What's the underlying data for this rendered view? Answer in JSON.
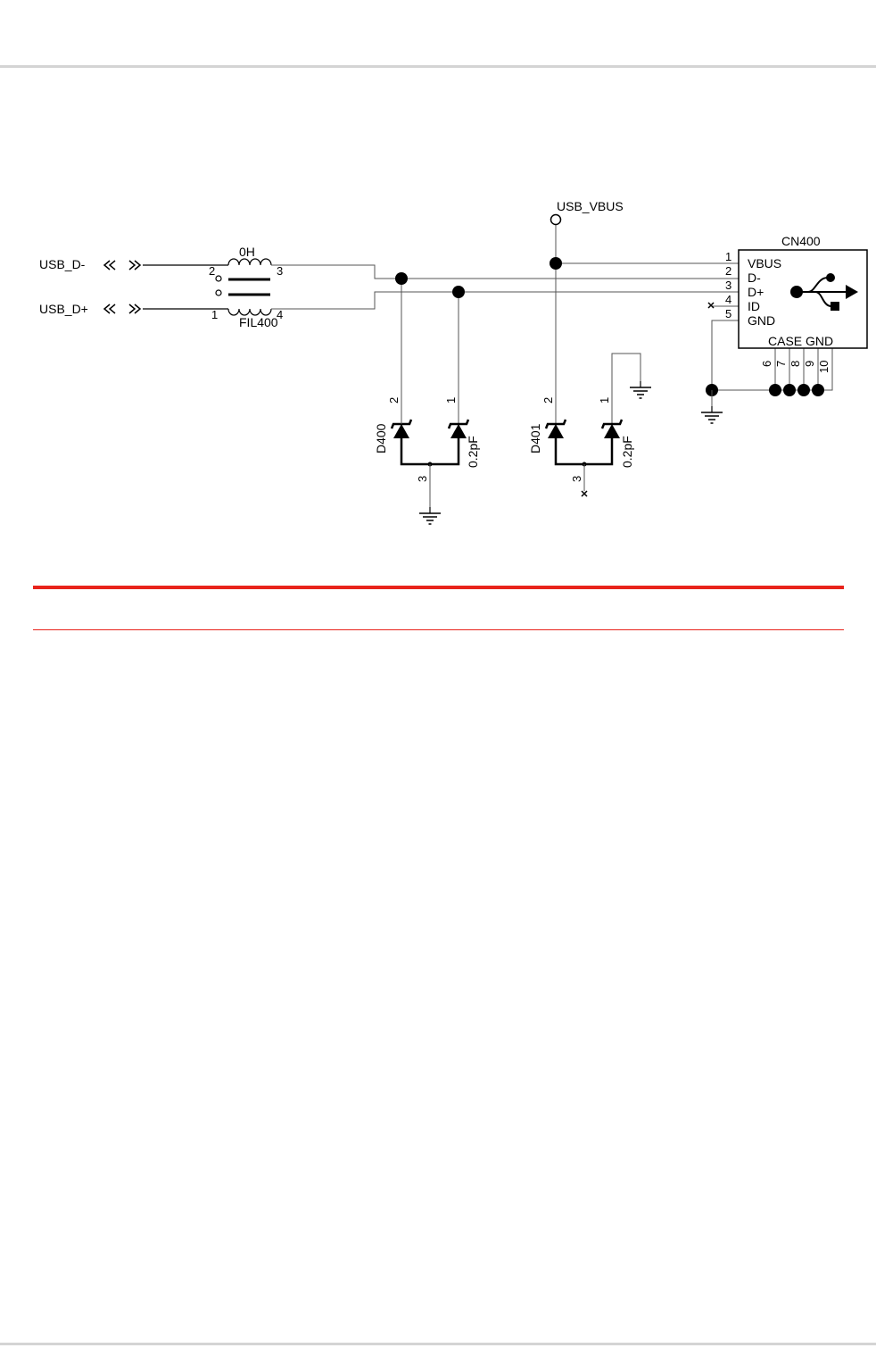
{
  "colors": {
    "accent_red": "#e8231b",
    "rule_gray": "#d4d4d4"
  },
  "signals": {
    "usb_dm": "USB_D-",
    "usb_dp": "USB_D+",
    "vbus": "USB_VBUS"
  },
  "filter": {
    "value": "0H",
    "ref": "FIL400",
    "pins": {
      "p1": "1",
      "p2": "2",
      "p3": "3",
      "p4": "4"
    }
  },
  "connector": {
    "ref": "CN400",
    "pins": [
      {
        "num": "1",
        "name": "VBUS"
      },
      {
        "num": "2",
        "name": "D-"
      },
      {
        "num": "3",
        "name": "D+"
      },
      {
        "num": "4",
        "name": "ID"
      },
      {
        "num": "5",
        "name": "GND"
      }
    ],
    "case_label": "CASE GND",
    "case_pins": [
      "6",
      "7",
      "8",
      "9",
      "10"
    ],
    "icon": "usb-icon"
  },
  "diodes": [
    {
      "ref": "D400",
      "value": "0.2pF",
      "pin_a": "2",
      "pin_b": "1",
      "pin_c": "3"
    },
    {
      "ref": "D401",
      "value": "0.2pF",
      "pin_a": "2",
      "pin_b": "1",
      "pin_c": "3"
    }
  ]
}
